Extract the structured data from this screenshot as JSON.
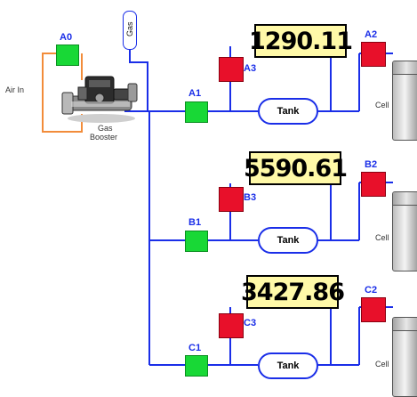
{
  "colors": {
    "pipe": "#1a2ee8",
    "air_line": "#f28c3a",
    "valve_open": "#18d836",
    "valve_closed": "#e8102a",
    "display_bg": "#fff9a8"
  },
  "inlet": {
    "air_in_label": "Air In",
    "gas_label": "Gas",
    "booster_label_line1": "Gas",
    "booster_label_line2": "Booster",
    "valve_a0": {
      "label": "A0",
      "state": "open"
    }
  },
  "stations": [
    {
      "id": "A",
      "inlet_valve": {
        "label": "A1",
        "state": "open"
      },
      "vent_valve": {
        "label": "A3",
        "state": "closed"
      },
      "outlet_valve": {
        "label": "A2",
        "state": "closed"
      },
      "tank_label": "Tank",
      "pressure": "1290.11",
      "cell_label": "Cell"
    },
    {
      "id": "B",
      "inlet_valve": {
        "label": "B1",
        "state": "open"
      },
      "vent_valve": {
        "label": "B3",
        "state": "closed"
      },
      "outlet_valve": {
        "label": "B2",
        "state": "closed"
      },
      "tank_label": "Tank",
      "pressure": "5590.61",
      "cell_label": "Cell"
    },
    {
      "id": "C",
      "inlet_valve": {
        "label": "C1",
        "state": "open"
      },
      "vent_valve": {
        "label": "C3",
        "state": "closed"
      },
      "outlet_valve": {
        "label": "C2",
        "state": "closed"
      },
      "tank_label": "Tank",
      "pressure": "3427.86",
      "cell_label": "Cell"
    }
  ]
}
